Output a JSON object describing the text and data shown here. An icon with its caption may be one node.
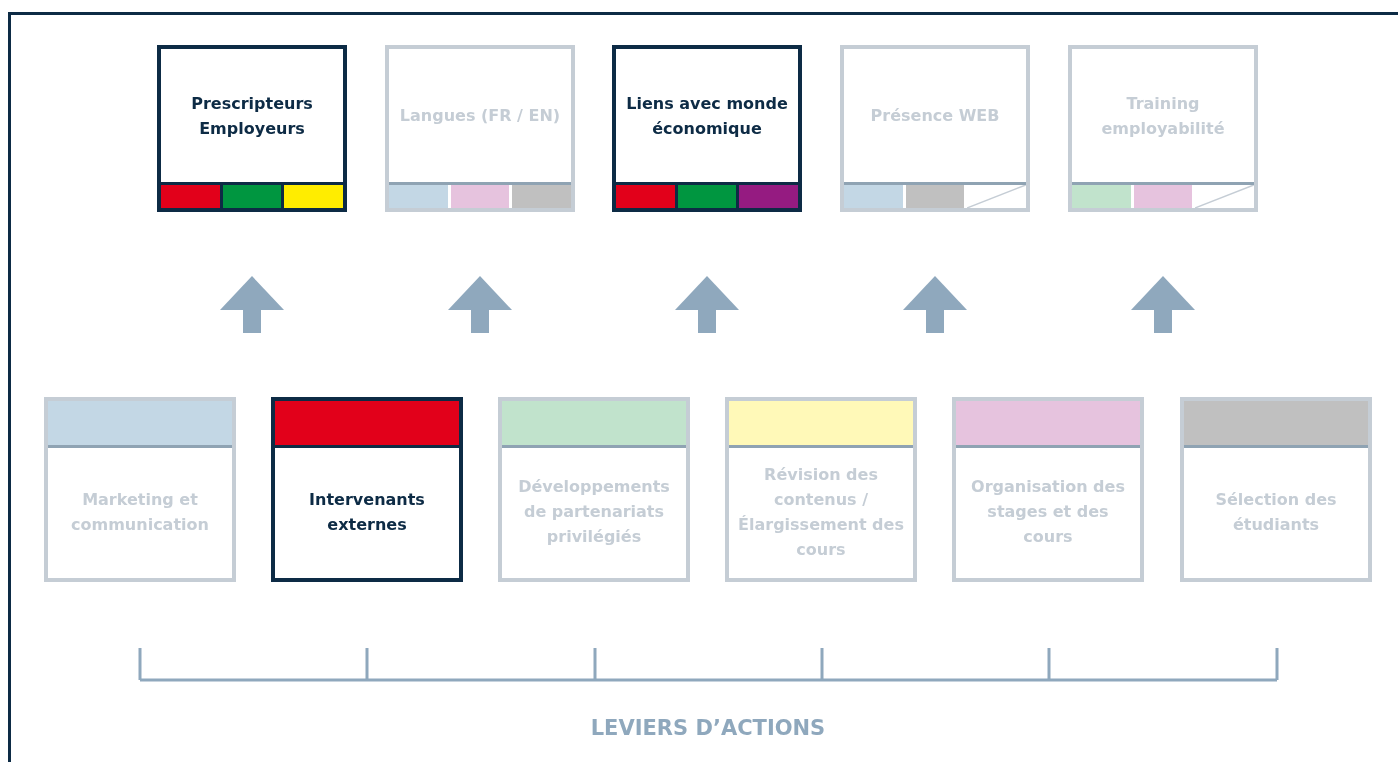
{
  "diagram": {
    "nodes": [
      {
        "text": [
          "Prescripteurs Employeurs"
        ]
      },
      {
        "text": [
          "Langues (FR / EN)"
        ]
      },
      {
        "text": [
          "Liens avec monde économique"
        ]
      },
      {
        "text": [
          "Présence WEB"
        ]
      },
      {
        "text": [
          "Training employabilité"
        ]
      },
      {
        "text": [
          "Marketing et communication"
        ]
      },
      {
        "text": [
          "Intervenants externes"
        ]
      },
      {
        "text": [
          "Développements de partenariats privilégiés"
        ]
      },
      {
        "text": [
          "Révision des contenus / Élargissement des cours"
        ]
      },
      {
        "text": [
          "Organisation des stages et des cours"
        ]
      },
      {
        "text": [
          "Sélection des étudiants"
        ]
      }
    ],
    "labels": [
      "LEVIERS D’ACTIONS"
    ]
  }
}
